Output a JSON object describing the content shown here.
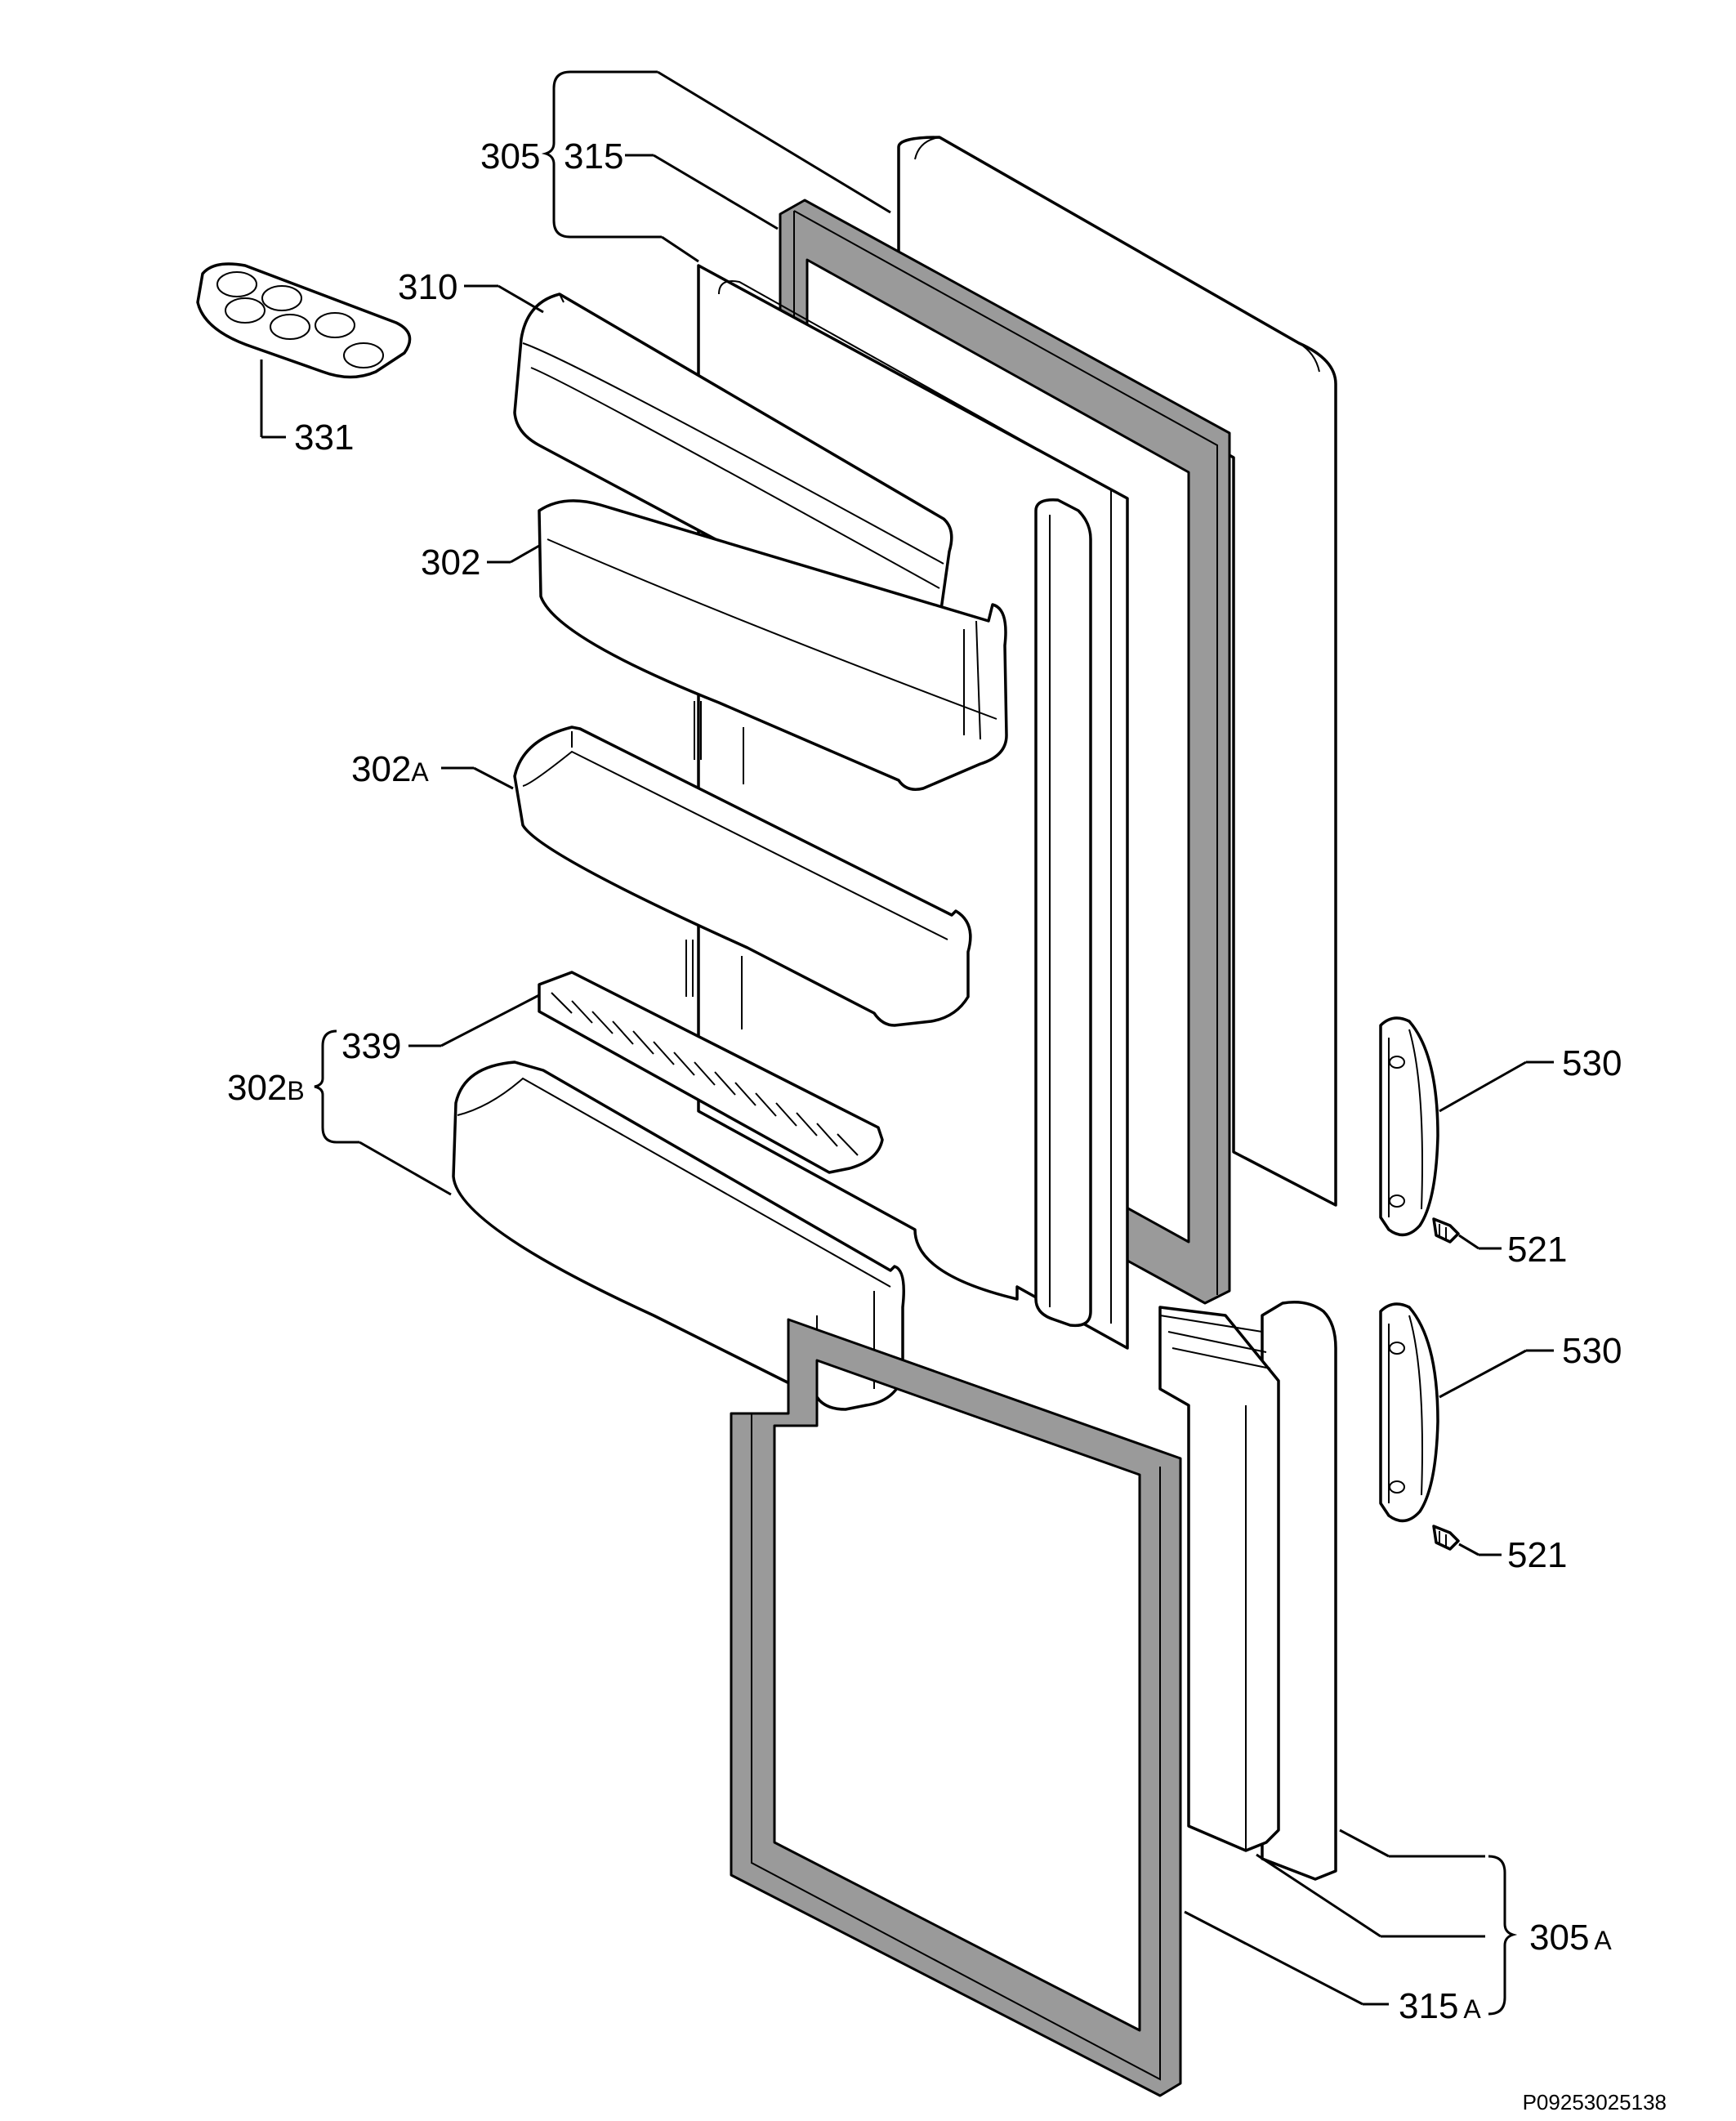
{
  "labels": {
    "l305": "305",
    "l315": "315",
    "l310": "310",
    "l331": "331",
    "l302": "302",
    "l302a": "302",
    "l302a_sub": "A",
    "l339": "339",
    "l302b": "302",
    "l302b_sub": "B",
    "l530_top": "530",
    "l521_top": "521",
    "l530_bottom": "530",
    "l521_bottom": "521",
    "l305a": "305",
    "l305a_sub": "A",
    "l315a": "315",
    "l315a_sub": "A"
  },
  "drawing_code": "P09253025138"
}
